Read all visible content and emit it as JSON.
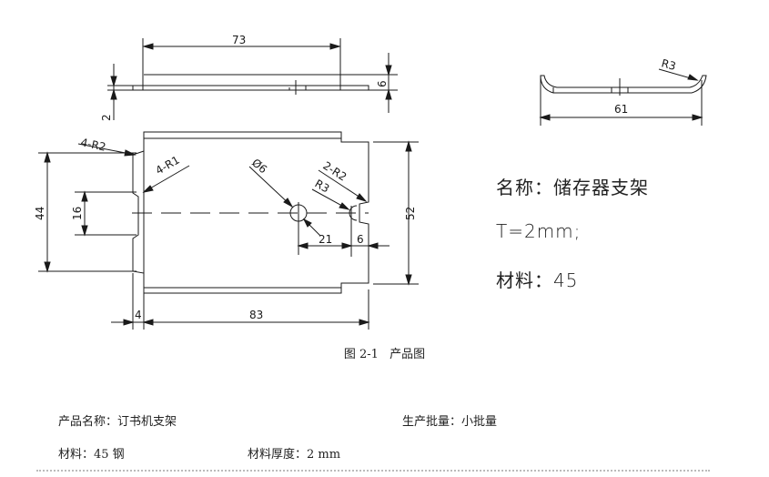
{
  "drawing": {
    "top_view": {
      "dim_length": "73",
      "dim_thickness": "2",
      "dim_height": "6"
    },
    "plan_view": {
      "labels": [
        "4-R2",
        "4-R1",
        "Ø6",
        "2-R2",
        "R3"
      ],
      "dim_44": "44",
      "dim_16": "16",
      "dim_52": "52",
      "dim_21": "21",
      "dim_6": "6",
      "dim_4": "4",
      "dim_83": "83"
    },
    "side_view": {
      "dim_61": "61",
      "radius": "R3"
    }
  },
  "spec": {
    "name_line": "名称：储存器支架",
    "thickness_line": "T=2mm;",
    "material_line": "材料：45"
  },
  "caption": {
    "figure_no": "图 2-1",
    "title": "产品图"
  },
  "info": {
    "product_name": "产品名称：订书机支架",
    "batch": "生产批量：小批量",
    "material": "材料：45 钢",
    "thickness": "材料厚度：2 mm"
  }
}
